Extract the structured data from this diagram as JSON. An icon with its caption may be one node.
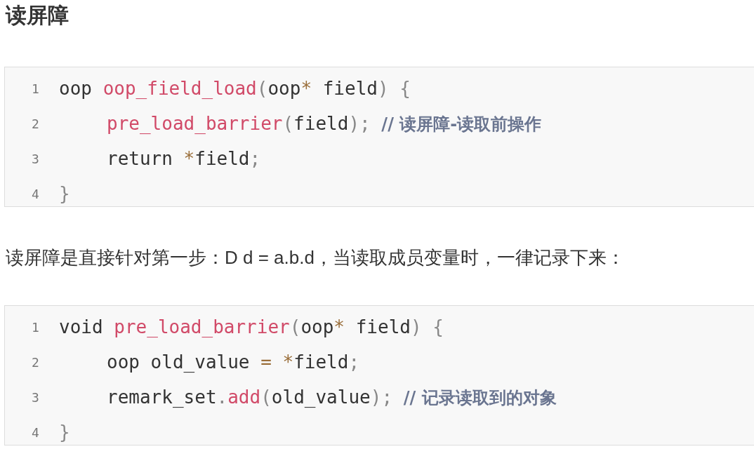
{
  "diagram": {
    "title": "读屏障",
    "labels": [
      "1",
      "oop oop_field_load(oop* field) {",
      "2",
      "pre_load_barrier(field); // 读屏障-读取前操作",
      "3",
      "return *field;",
      "4",
      "}",
      "读屏障是直接针对第一步：D d = a.b.d，当读取成员变量时，一律记录下来：",
      "1",
      "void pre_load_barrier(oop* field) {",
      "2",
      "oop old_value = *field;",
      "3",
      "remark_set.add(old_value); // 记录读取到的对象",
      "4",
      "}"
    ]
  }
}
